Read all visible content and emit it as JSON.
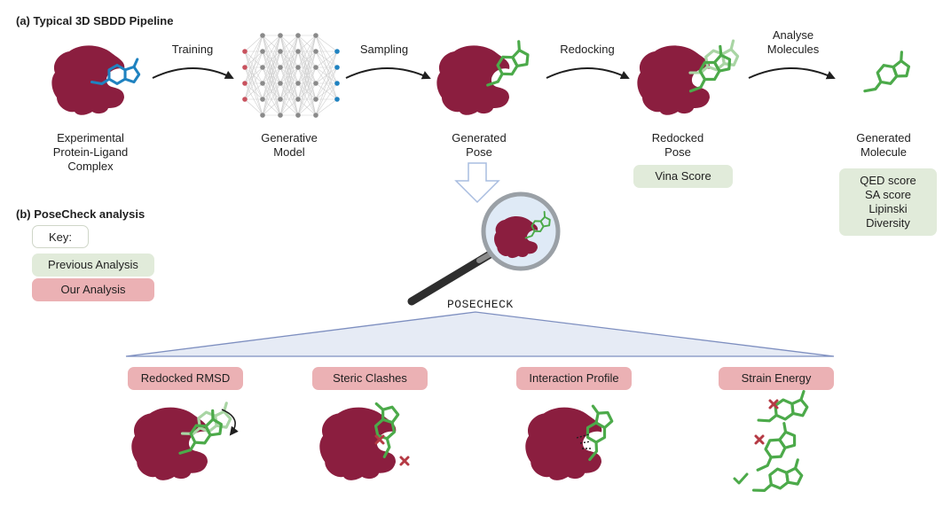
{
  "section_a": {
    "title": "(a) Typical 3D SBDD Pipeline",
    "arrows": [
      "Training",
      "Sampling",
      "Redocking"
    ],
    "analyse_label": [
      "Analyse",
      "Molecules"
    ],
    "captions": {
      "experimental": [
        "Experimental",
        "Protein-Ligand",
        "Complex"
      ],
      "generative": [
        "Generative",
        "Model"
      ],
      "generated_pose": [
        "Generated",
        "Pose"
      ],
      "redocked_pose": [
        "Redocked",
        "Pose"
      ],
      "generated_molecule": [
        "Generated",
        "Molecule"
      ]
    },
    "vina_score": "Vina Score",
    "molecule_metrics": [
      "QED score",
      "SA score",
      "Lipinski",
      "Diversity"
    ]
  },
  "section_b": {
    "title": "(b) PoseCheck analysis",
    "key_label": "Key:",
    "key_previous": "Previous Analysis",
    "key_ours": "Our Analysis",
    "tool_name": "POSECHECK",
    "analyses": [
      "Redocked RMSD",
      "Steric Clashes",
      "Interaction Profile",
      "Strain Energy"
    ]
  },
  "colors": {
    "protein": "#8b1e3f",
    "ligand_blue": "#1f82c0",
    "ligand_green": "#4caa4a",
    "ligand_faded": "#a9d5a4",
    "previous_analysis": "#e1ebda",
    "our_analysis": "#ebb1b4",
    "clash_mark": "#b53a44",
    "triangle": "#e6ebf5"
  },
  "icons": [
    "protein-icon",
    "ligand-icon",
    "neural-network-icon",
    "magnifier-icon",
    "down-arrow-icon",
    "cross-icon",
    "check-icon"
  ]
}
